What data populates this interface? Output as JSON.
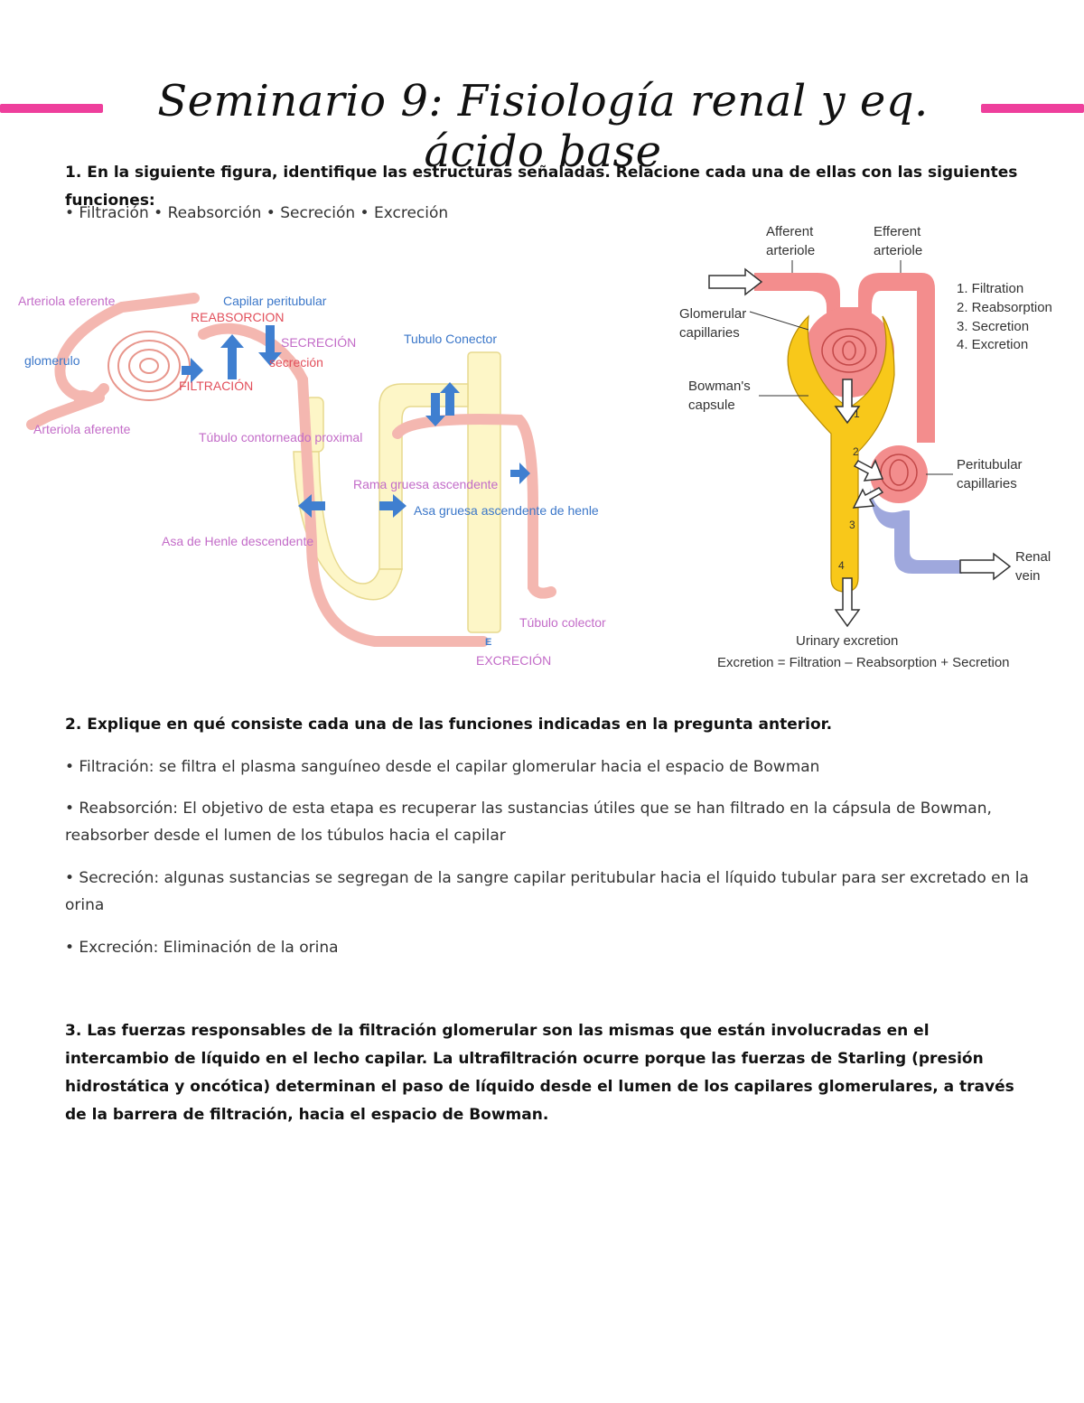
{
  "title": "Seminario 9: Fisiología renal y eq. ácido base",
  "q1": {
    "question": "1. En la siguiente figura, identifique las estructuras señaladas. Relacione cada una de ellas con las siguientes funciones:",
    "options": "• Filtración • Reabsorción • Secreción • Excreción"
  },
  "figure_left": {
    "arteriola_eferente": "Arteriola eferente",
    "capilar_peritubular": "Capilar peritubular",
    "reabsorcion": "REABSORCION",
    "secrecion_upper": "SECRECIÓN",
    "secrecion_lower": "secreción",
    "glomerulo": "glomerulo",
    "filtracion": "FILTRACIÓN",
    "arteriola_aferente": "Arteriola aferente",
    "tubulo_proximal": "Túbulo contorneado proximal",
    "tubulo_conector": "Tubulo Conector",
    "rama_gruesa": "Rama gruesa ascendente",
    "asa_gruesa": "Asa gruesa ascendente de henle",
    "asa_descendente": "Asa de Henle descendente",
    "tubulo_colector": "Túbulo colector",
    "excrecion": "EXCRECIÓN",
    "e_mark": "E"
  },
  "figure_right": {
    "afferent": [
      "Afferent",
      "arteriole"
    ],
    "efferent": [
      "Efferent",
      "arteriole"
    ],
    "legend": [
      "1. Filtration",
      "2. Reabsorption",
      "3. Secretion",
      "4. Excretion"
    ],
    "glomerular": [
      "Glomerular",
      "capillaries"
    ],
    "bowmans": [
      "Bowman's",
      "capsule"
    ],
    "peritubular": [
      "Peritubular",
      "capillaries"
    ],
    "renal": [
      "Renal",
      "vein"
    ],
    "urinary": "Urinary excretion",
    "formula": "Excretion = Filtration – Reabsorption + Secretion",
    "nums": [
      "1",
      "2",
      "3",
      "4"
    ]
  },
  "q2": {
    "question": "2. Explique en qué consiste cada una de las funciones indicadas en la pregunta anterior.",
    "filtracion": "• Filtración: se filtra el plasma sanguíneo desde el capilar glomerular hacia el espacio de Bowman",
    "reabsorcion": "• Reabsorción: El objetivo de esta etapa es recuperar las sustancias útiles que se han filtrado en la cápsula de Bowman, reabsorber desde el lumen de los túbulos hacia el capilar",
    "secrecion": "• Secreción: algunas sustancias se segregan de la sangre capilar peritubular hacia el líquido tubular para ser excretado en la orina",
    "excrecion": "• Excreción: Eliminación de la orina"
  },
  "q3": {
    "text": "3. Las fuerzas responsables de la filtración glomerular son las mismas que están involucradas en el intercambio de líquido en el lecho capilar. La ultrafiltración ocurre porque las fuerzas de Starling (presión hidrostática y oncótica) determinan el paso de líquido desde el lumen de los capilares glomerulares, a través de la barrera de filtración, hacia el espacio de Bowman."
  },
  "colors": {
    "accent_pink": "#ee3f9c",
    "label_pink": "#c36cc8",
    "label_blue": "#3b77c9",
    "arrow_blue": "#3f7fd0",
    "tubule_yellow": "#fdf6c7",
    "vessel_pink": "#f4b7b0",
    "nephron_yellow": "#f8c81a",
    "arteriole_red": "#f38d8d",
    "vein_blue": "#9fa8dd"
  }
}
